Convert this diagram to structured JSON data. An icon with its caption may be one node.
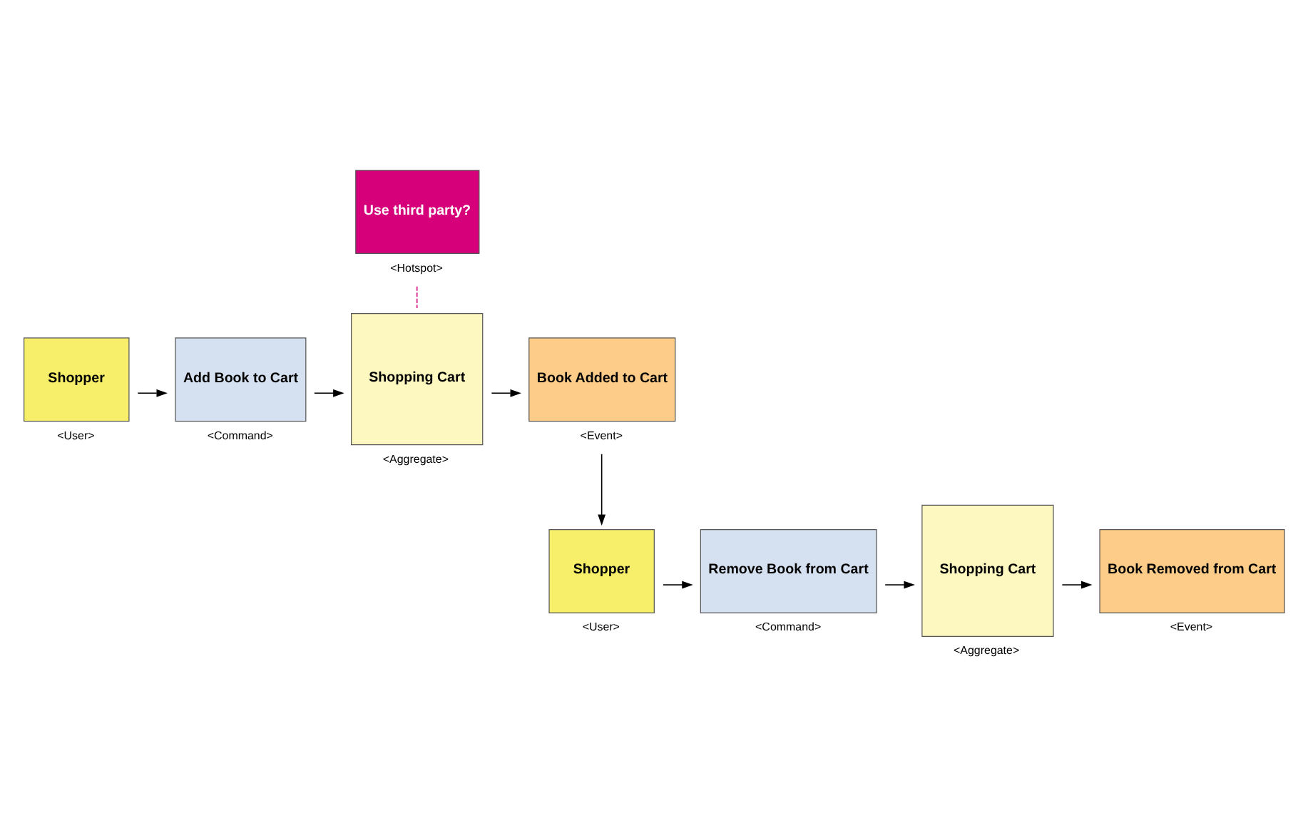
{
  "diagram": {
    "nodes": [
      {
        "text": [
          "Use third party?"
        ],
        "beside": [
          "<Hotspot>"
        ]
      },
      {
        "text": [
          "Shopper"
        ],
        "beside": [
          "<User>"
        ]
      },
      {
        "text": [
          "Add Book to Cart"
        ],
        "beside": [
          "<Command>"
        ]
      },
      {
        "text": [
          "Shopping Cart"
        ],
        "beside": [
          "<Aggregate>"
        ]
      },
      {
        "text": [
          "Book Added to Cart"
        ],
        "beside": [
          "<Event>"
        ]
      },
      {
        "text": [
          "Shopper"
        ],
        "beside": [
          "<User>"
        ]
      },
      {
        "text": [
          "Remove Book from Cart"
        ],
        "beside": [
          "<Command>"
        ]
      },
      {
        "text": [
          "Shopping Cart"
        ],
        "beside": [
          "<Aggregate>"
        ]
      },
      {
        "text": [
          "Book Removed from Cart"
        ],
        "beside": [
          "<Event>"
        ]
      }
    ],
    "edges": [
      {
        "from": 1,
        "to": 2,
        "arrow": "to"
      },
      {
        "from": 2,
        "to": 3,
        "arrow": "to"
      },
      {
        "from": 3,
        "to": 4,
        "arrow": "to"
      },
      {
        "from": 4,
        "to": 5,
        "arrow": "to"
      },
      {
        "from": 5,
        "to": 6,
        "arrow": "to"
      },
      {
        "from": 6,
        "to": 7,
        "arrow": "to"
      },
      {
        "from": 7,
        "to": 8,
        "arrow": "to"
      },
      {
        "from": 0,
        "to": 3,
        "arrow": "none",
        "style": "dashed",
        "color": "#d6007a"
      }
    ]
  }
}
